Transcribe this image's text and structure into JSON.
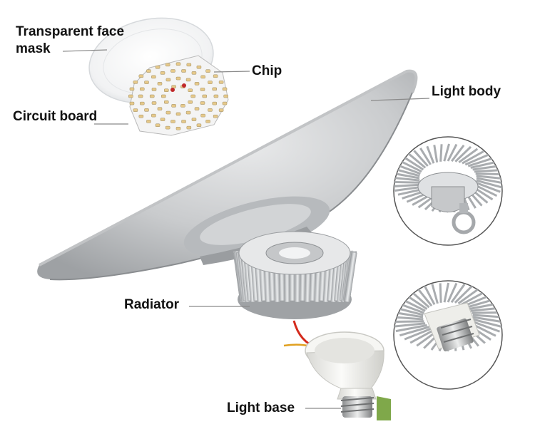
{
  "labels": {
    "mask_line1": "Transparent face",
    "mask_line2": "mask",
    "chip": "Chip",
    "light_body": "Light body",
    "circuit_board": "Circuit board",
    "radiator": "Radiator",
    "light_base": "Light base"
  },
  "colors": {
    "label_text": "#111111",
    "leader_line": "#8a8a8a",
    "aluminum": "#c4c6c8",
    "pcb_white": "#f4f4f4",
    "led_chip": "#e6c98a",
    "base_plastic": "#f2f2f0",
    "wire_red": "#d42a1c"
  }
}
